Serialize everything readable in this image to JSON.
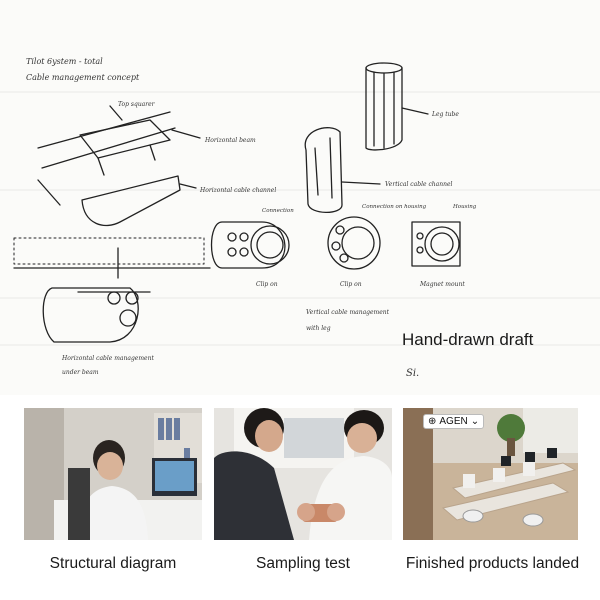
{
  "draft": {
    "title_line1": "Tilot 6ystem - total",
    "title_line2": "Cable management concept",
    "labels": {
      "top_square": "Top squarer",
      "horizontal_beam": "Horizontal beam",
      "horizontal_cable_channel_a": "Horizontal cable channel",
      "leg_tube": "Leg tube",
      "vertical_cable_channel": "Vertical cable channel",
      "connection": "Connection",
      "connection_housing": "Connection on housing",
      "housing": "Housing",
      "clip_on_a": "Clip on",
      "clip_on_b": "Clip on",
      "magnet_mount": "Magnet mount",
      "horizontal_mgmt": "Horizontal cable management",
      "mgmt_sub": "under beam",
      "vertical_mgmt": "Vertical cable management",
      "vertical_mgmt_sub": "with leg",
      "signature": "Si."
    },
    "section_label": "Hand-drawn draft"
  },
  "photos": [
    {
      "caption": "Structural diagram"
    },
    {
      "caption": "Sampling test"
    },
    {
      "caption": "Finished products landed",
      "overlay": "AGEN"
    }
  ]
}
